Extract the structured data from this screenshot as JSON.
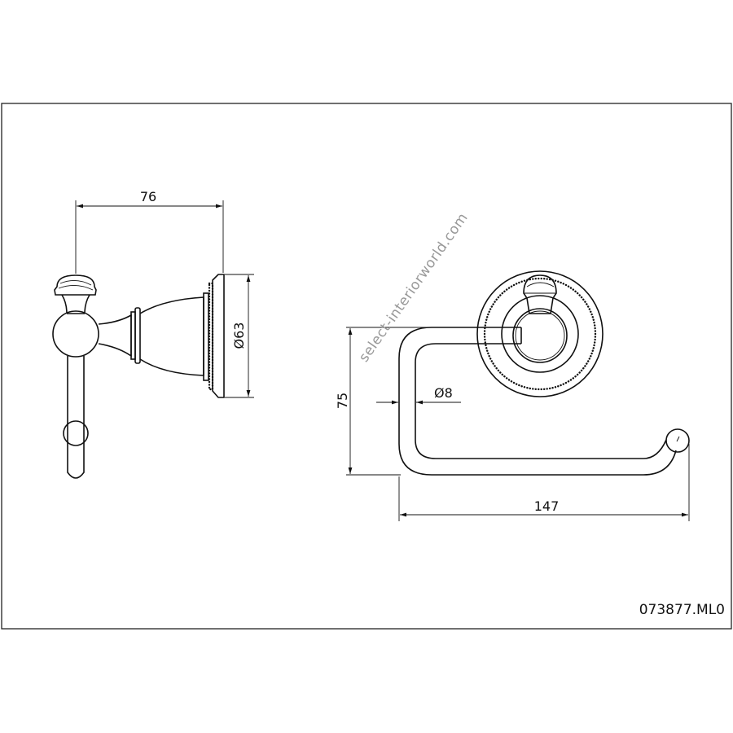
{
  "drawing": {
    "product_code": "073877.ML0",
    "watermark": "select-interiorworld.com",
    "dimensions": {
      "side_depth": "76",
      "rosette_diameter": "Ø63",
      "height": "75",
      "bar_diameter": "Ø8",
      "width": "147"
    }
  }
}
